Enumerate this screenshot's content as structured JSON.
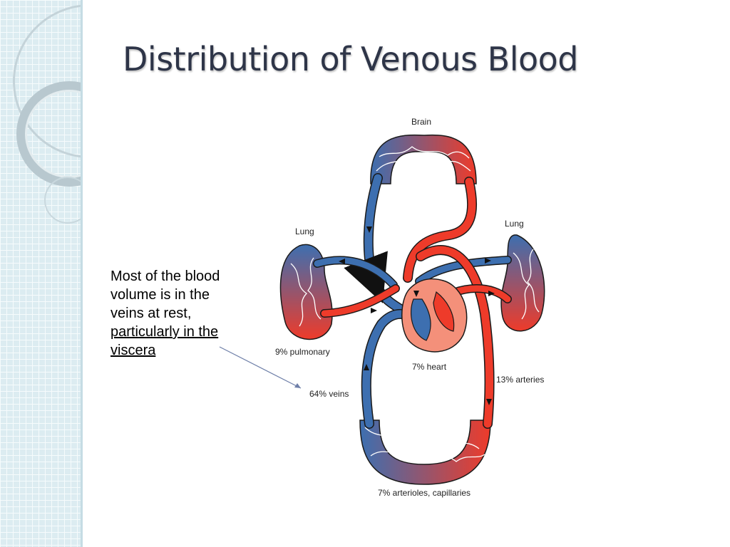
{
  "slide": {
    "title": "Distribution of Venous Blood",
    "body_text_plain": "Most of the blood volume is in the veins at rest,",
    "body_text_underlined": "particularly in the viscera"
  },
  "diagram": {
    "labels": {
      "brain": "Brain",
      "lung_left": "Lung",
      "lung_right": "Lung",
      "pulmonary": "9% pulmonary",
      "heart": "7% heart",
      "arteries": "13% arteries",
      "veins": "64% veins",
      "capillaries": "7% arterioles, capillaries"
    }
  },
  "colors": {
    "artery_red": "#ee3b2a",
    "vein_blue": "#3d6fb0",
    "vessel_outline": "#1a1a1a",
    "heart_fill": "#f4907a",
    "title_color": "#2e3548",
    "background_grid": "#dcecf1"
  }
}
